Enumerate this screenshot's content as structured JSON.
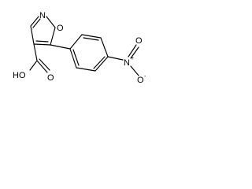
{
  "molecule": {
    "atoms": {
      "ring_N": "N",
      "ring_O": "O",
      "acid_OH": "HO",
      "acid_O": "O",
      "nitro_N": "N",
      "nitro_N_charge": "+",
      "nitro_O_up": "O",
      "nitro_O_down": "O",
      "nitro_O_charge": "-"
    }
  }
}
